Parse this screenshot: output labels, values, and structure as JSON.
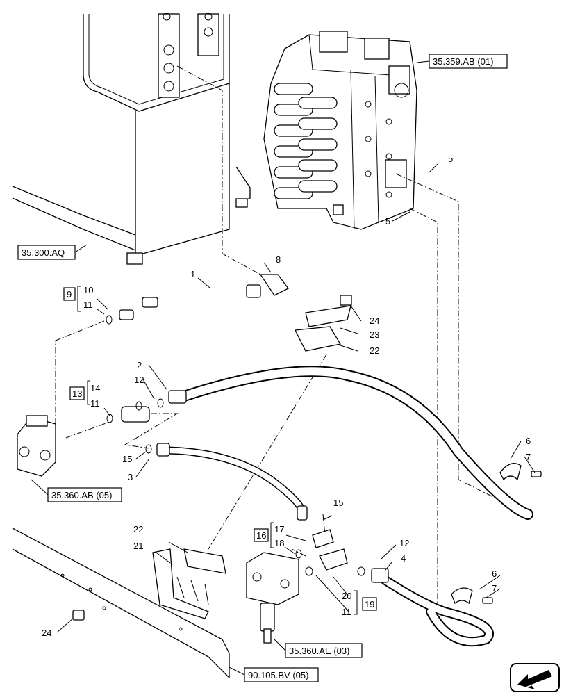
{
  "references": {
    "r1": "35.359.AB (01)",
    "r2": "35.300.AQ",
    "r3": "35.360.AB (05)",
    "r4": "35.360.AE (03)",
    "r5": "90.105.BV (05)"
  },
  "kits": {
    "k9": "9",
    "k13": "13",
    "k16": "16",
    "k19": "19"
  },
  "callouts": {
    "c1": "1",
    "c2": "2",
    "c3": "3",
    "c4": "4",
    "c5a": "5",
    "c5b": "5",
    "c6a": "6",
    "c6b": "6",
    "c7a": "7",
    "c7b": "7",
    "c8": "8",
    "c10": "10",
    "c11a": "11",
    "c11b": "11",
    "c11c": "11",
    "c12a": "12",
    "c12b": "12",
    "c14": "14",
    "c15a": "15",
    "c15b": "15",
    "c17": "17",
    "c18": "18",
    "c20": "20",
    "c21": "21",
    "c22a": "22",
    "c22b": "22",
    "c23": "23",
    "c24a": "24",
    "c24b": "24"
  }
}
